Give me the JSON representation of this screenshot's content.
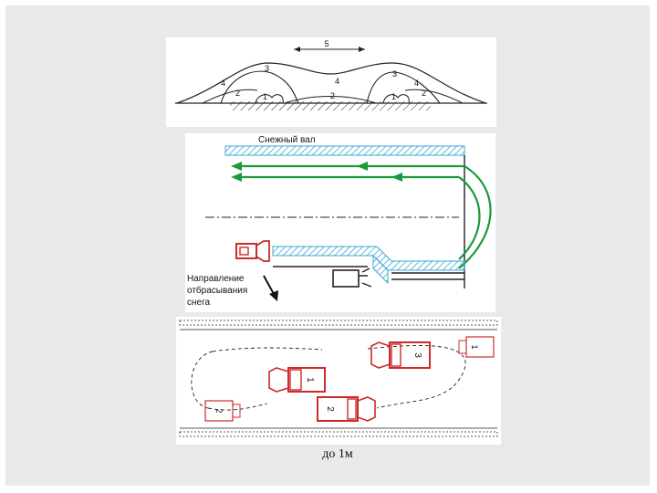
{
  "profile": {
    "width_label": "5",
    "layer_labels": [
      "1",
      "2",
      "3",
      "4"
    ]
  },
  "scheme": {
    "snow_bank_label": "Снежный вал",
    "direction_label_lines": [
      "Направление",
      "отбрасывания",
      "снега"
    ]
  },
  "route": {
    "machine_labels": [
      "1",
      "2",
      "3",
      "1",
      "2"
    ]
  },
  "caption": "до 1м",
  "colors": {
    "green": "#1a9a3a",
    "hatch": "#3aa7d6",
    "red": "#cc2b2b",
    "line": "#222222"
  }
}
